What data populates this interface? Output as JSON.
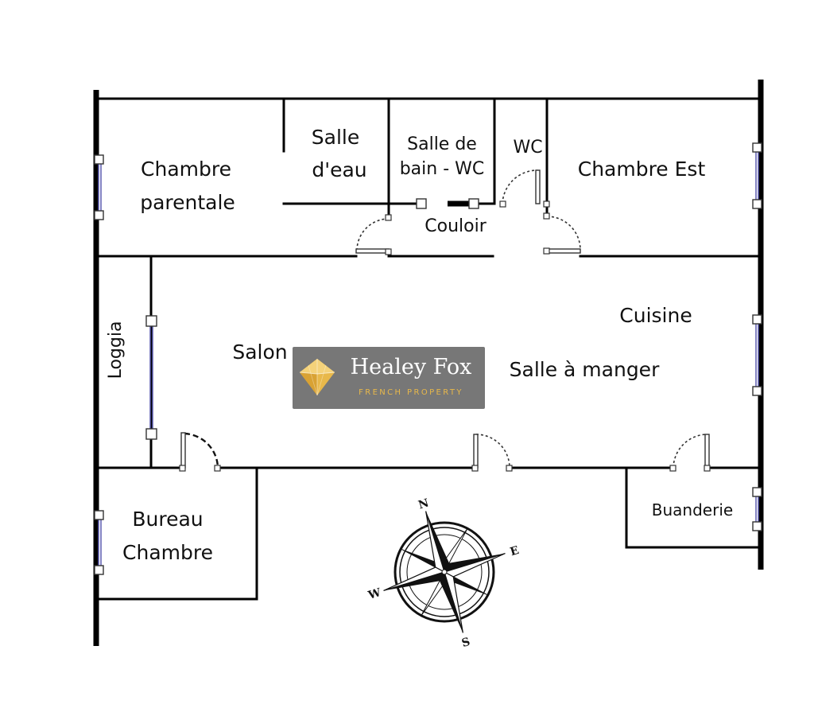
{
  "rooms": {
    "chambre_parentale": [
      "Chambre",
      "parentale"
    ],
    "salle_deau": [
      "Salle",
      "d'eau"
    ],
    "salle_de_bain": [
      "Salle de",
      "bain - WC"
    ],
    "wc": "WC",
    "chambre_est": "Chambre Est",
    "couloir": "Couloir",
    "cuisine": "Cuisine",
    "loggia": "Loggia",
    "salon": "Salon",
    "salle_a_manger": "Salle à manger",
    "bureau_chambre": [
      "Bureau",
      "Chambre"
    ],
    "buanderie": "Buanderie"
  },
  "logo": {
    "brand": "Healey Fox",
    "tagline": "FRENCH PROPERTY",
    "accent_color": "#e8b84a"
  },
  "compass": {
    "north": "N",
    "east": "E",
    "south": "S",
    "west": "W"
  },
  "colors": {
    "wall": "#000000",
    "window": "#5a5ab0",
    "logo_bg": "#646464"
  }
}
